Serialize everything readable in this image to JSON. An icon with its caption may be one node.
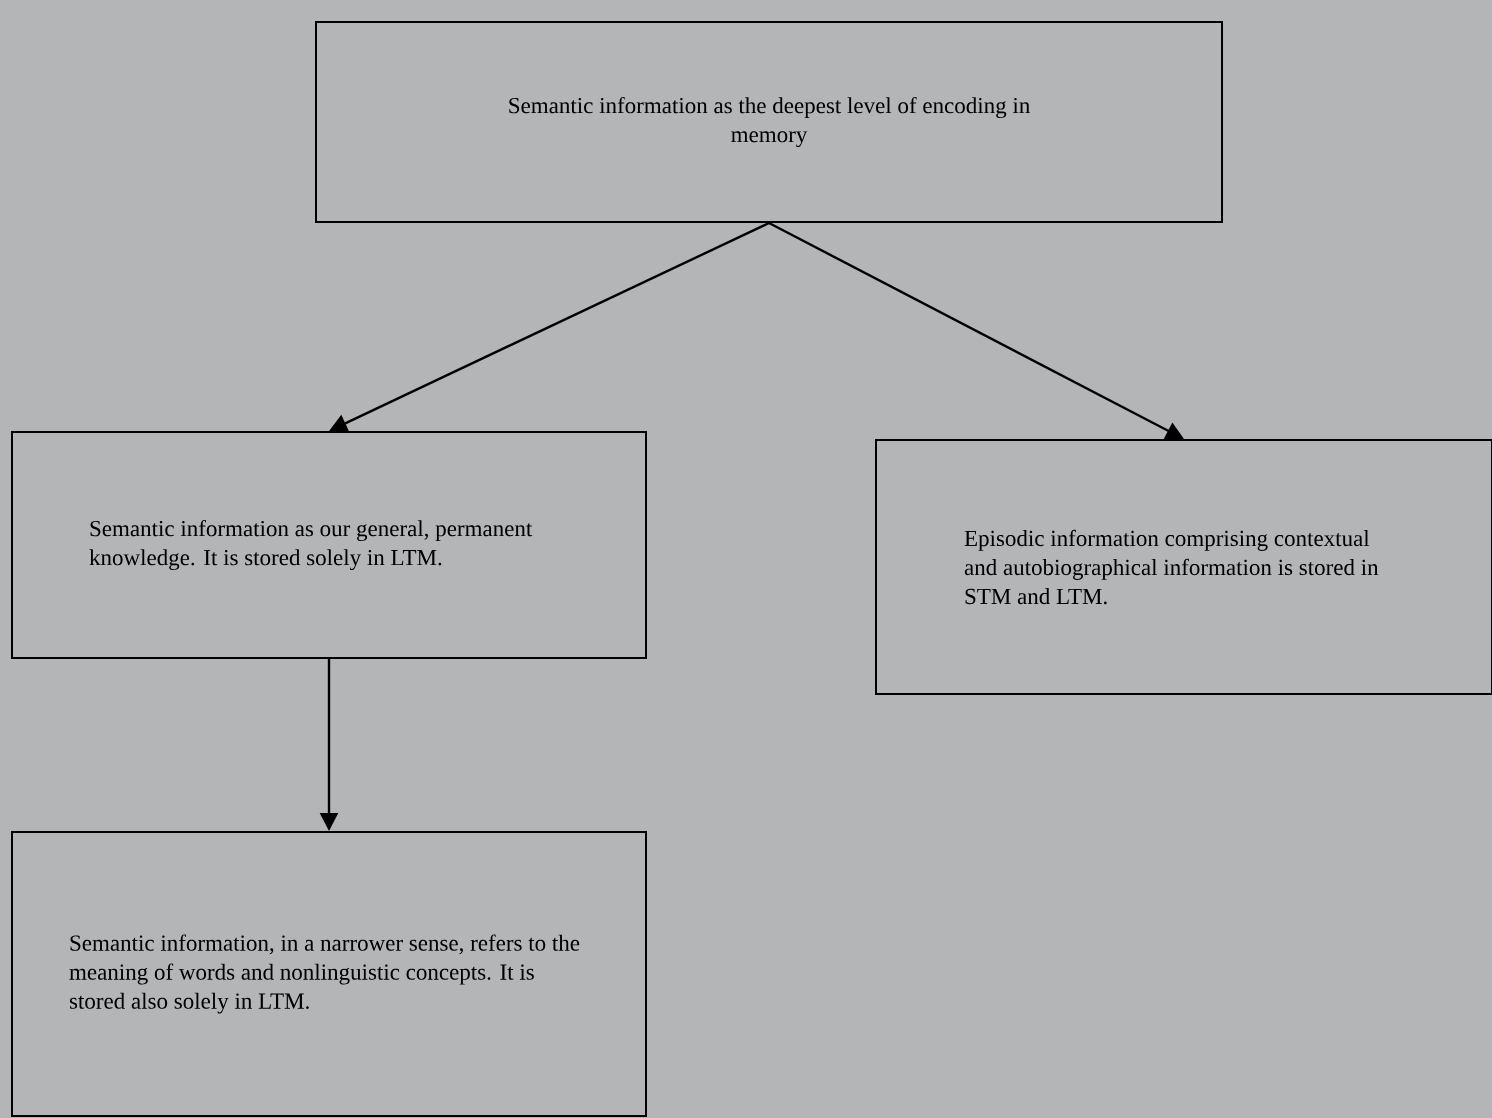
{
  "diagram": {
    "nodes": [
      {
        "text": [
          "Semantic information as the deepest level of encoding in memory"
        ]
      },
      {
        "text": [
          "Semantic information as our general, permanent knowledge. It is stored solely in LTM."
        ]
      },
      {
        "text": [
          "Episodic information comprising contextual and autobiographical information is stored in STM and LTM."
        ]
      },
      {
        "text": [
          "Semantic information, in a narrower sense, refers to the meaning of words and nonlinguistic concepts. It is stored also solely in LTM."
        ]
      }
    ],
    "edges": [
      {
        "from": 0,
        "to": 1,
        "arrow": "to"
      },
      {
        "from": 0,
        "to": 2,
        "arrow": "to"
      },
      {
        "from": 1,
        "to": 3,
        "arrow": "to"
      }
    ]
  }
}
